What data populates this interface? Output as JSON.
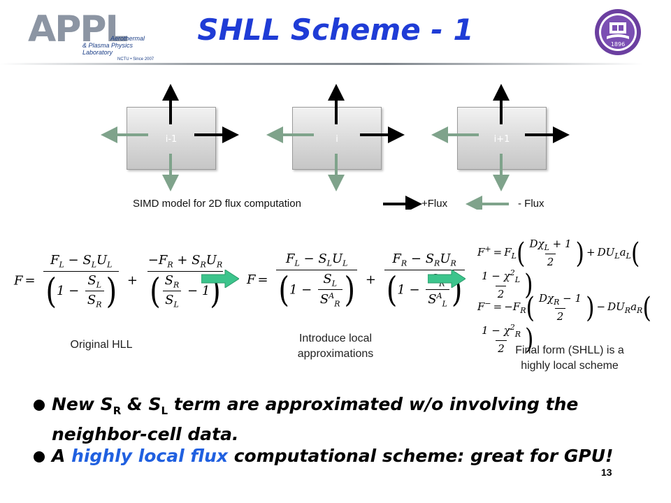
{
  "header": {
    "logo_letters": "APPL",
    "logo_line1": "Aerothermal",
    "logo_line2": "& Plasma Physics Laboratory",
    "logo_line3": "NCTU • Since 2007",
    "title": "SHLL Scheme - 1",
    "seal_year": "1896"
  },
  "diagram": {
    "cells": [
      "i-1",
      "i",
      "i+1"
    ],
    "caption": "SIMD model for 2D flux computation",
    "legend_plus": "+Flux",
    "legend_minus": "- Flux",
    "plus_color": "#000000",
    "minus_color": "#7fa38b"
  },
  "formulas": {
    "original_caption": "Original HLL",
    "local_caption_1": "Introduce local",
    "local_caption_2": "approximations",
    "final_caption_1": "Final form (SHLL) is a",
    "final_caption_2": "highly local scheme",
    "arrow_color": "#3cc48c"
  },
  "bullets": {
    "b1_part1": "New S",
    "b1_sub1": "R",
    "b1_part2": " & S",
    "b1_sub2": "L",
    "b1_part3": " term are approximated w/o involving the neighbor-cell data.",
    "b2_part1": "A ",
    "b2_highlight": "highly local flux",
    "b2_part2": " computational scheme: great for GPU!"
  },
  "page_number": "13"
}
